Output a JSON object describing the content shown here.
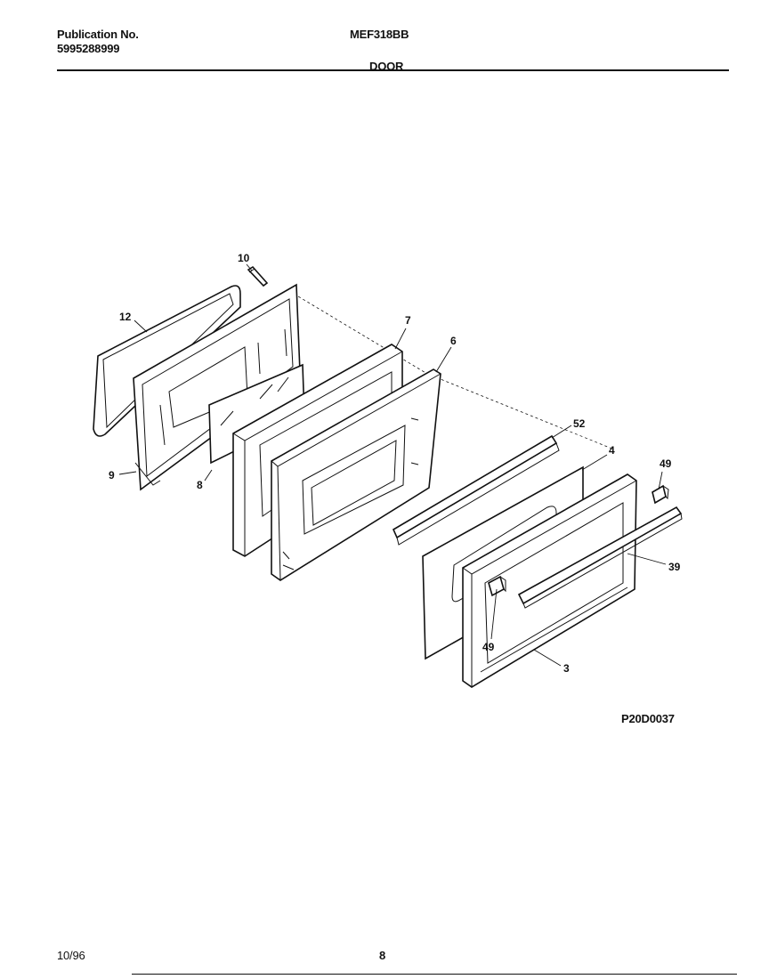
{
  "header": {
    "publication_label": "Publication No.",
    "publication_number": "5995288999",
    "model": "MEF318BB",
    "section_title": "DOOR"
  },
  "diagram": {
    "drawing_code": "P20D0037",
    "callouts": {
      "p10": "10",
      "p12": "12",
      "p7": "7",
      "p6": "6",
      "p9": "9",
      "p8": "8",
      "p52": "52",
      "p4": "4",
      "p49a": "49",
      "p39": "39",
      "p49b": "49",
      "p3": "3"
    }
  },
  "footer": {
    "date": "10/96",
    "page_number": "8"
  }
}
